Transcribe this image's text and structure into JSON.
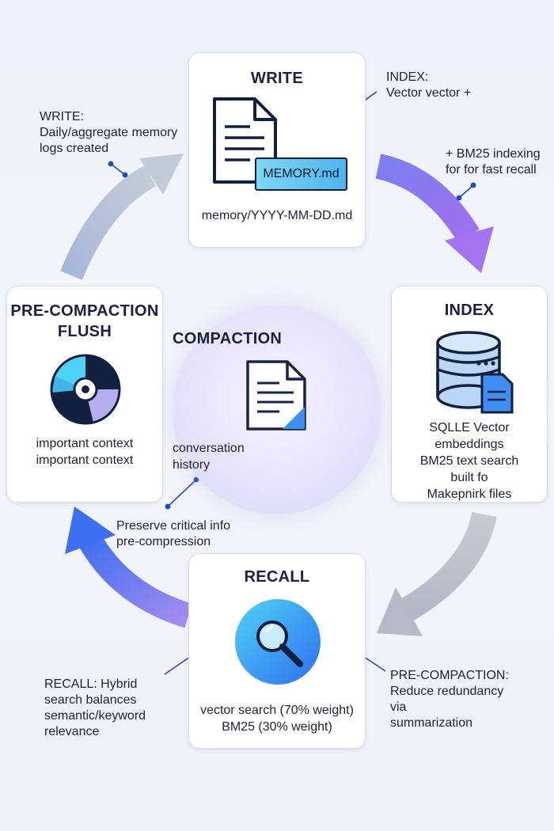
{
  "write": {
    "title": "WRITE",
    "badge": "MEMORY.md",
    "path": "memory/YYYY-MM-DD.md"
  },
  "index": {
    "title": "INDEX",
    "lines": [
      "SQLLE Vector",
      "embeddings",
      "BM25 text search",
      "built fo",
      "Makepnirk files"
    ]
  },
  "recall": {
    "title": "RECALL",
    "lines": [
      "vector search (70% weight)",
      "BM25 (30% weight)"
    ]
  },
  "flush": {
    "title_lines": [
      "PRE-COMPACTION",
      "FLUSH"
    ],
    "lines": [
      "important context",
      "important context"
    ]
  },
  "compaction": {
    "title": "COMPACTION",
    "lines": [
      "conversation",
      "history"
    ]
  },
  "notes": {
    "write_note": [
      "WRITE:",
      "Daily/aggregate memory",
      "logs created"
    ],
    "index_note_top": [
      "INDEX:",
      "Vector vector +"
    ],
    "index_note_bottom": [
      "+ BM25 indexing",
      "for for fast recall"
    ],
    "preserve_note": [
      "Preserve critical info",
      "pre-compression"
    ],
    "recall_note": [
      "RECALL: Hybrid",
      "search balances",
      "semantic/keyword",
      "relevance"
    ],
    "precompaction_note": [
      "PRE-COMPACTION:",
      "Reduce redundancy",
      "via",
      "summarization"
    ]
  },
  "colors": {
    "arrow_gray_blue": "#a9b6cc",
    "arrow_purple": "#8a6cf0",
    "arrow_blue": "#3f6ff0",
    "leader_line": "#1f46c8",
    "accent_cyan": "#4fc3f0"
  },
  "icons": [
    "document-icon",
    "database-icon",
    "disc-icon",
    "magnifier-icon",
    "small-document-icon"
  ]
}
